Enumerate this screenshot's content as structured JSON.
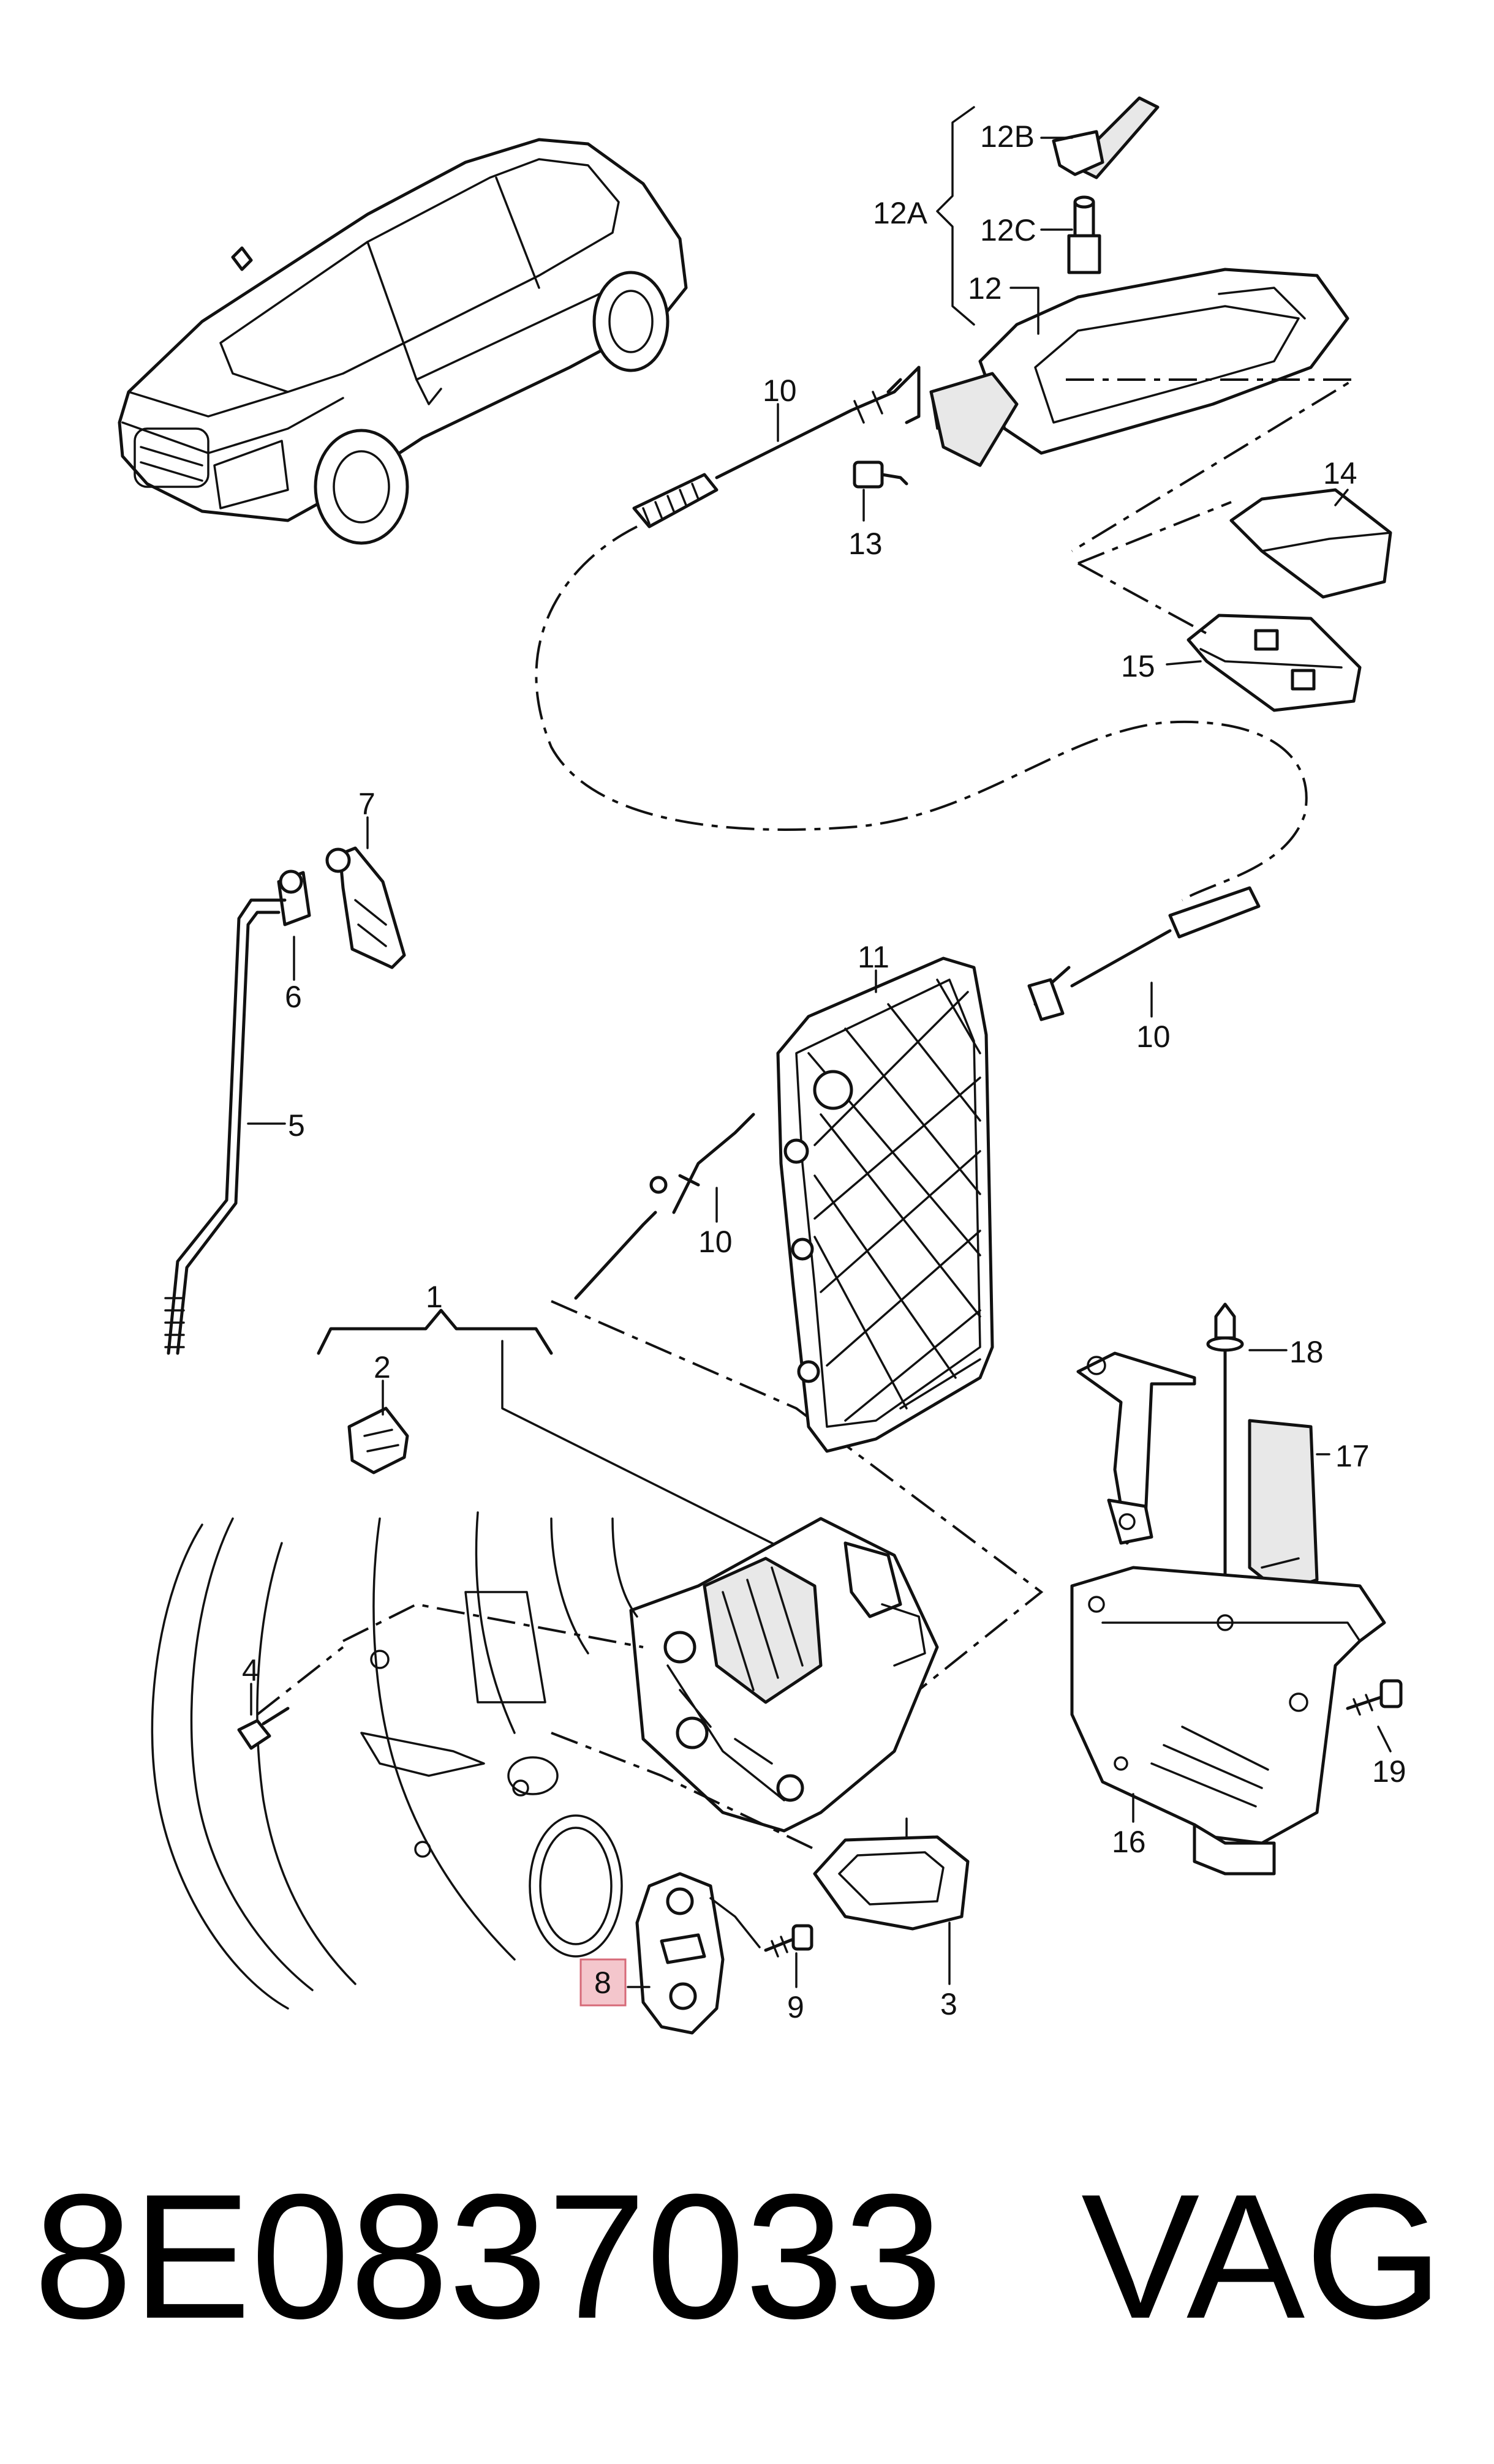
{
  "callouts": {
    "c1": "1",
    "c2": "2",
    "c3": "3",
    "c4": "4",
    "c5": "5",
    "c6": "6",
    "c7": "7",
    "c8": "8",
    "c9": "9",
    "c10a": "10",
    "c10b": "10",
    "c10c": "10",
    "c11": "11",
    "c12": "12",
    "c12a": "12A",
    "c12b": "12B",
    "c12c": "12C",
    "c13": "13",
    "c14": "14",
    "c15": "15",
    "c16": "16",
    "c17": "17",
    "c18": "18",
    "c19": "19"
  },
  "highlight": {
    "item": "8",
    "color": "#f4c6cc"
  },
  "footer": {
    "part_number": "8E0837033",
    "brand": "VAG"
  }
}
